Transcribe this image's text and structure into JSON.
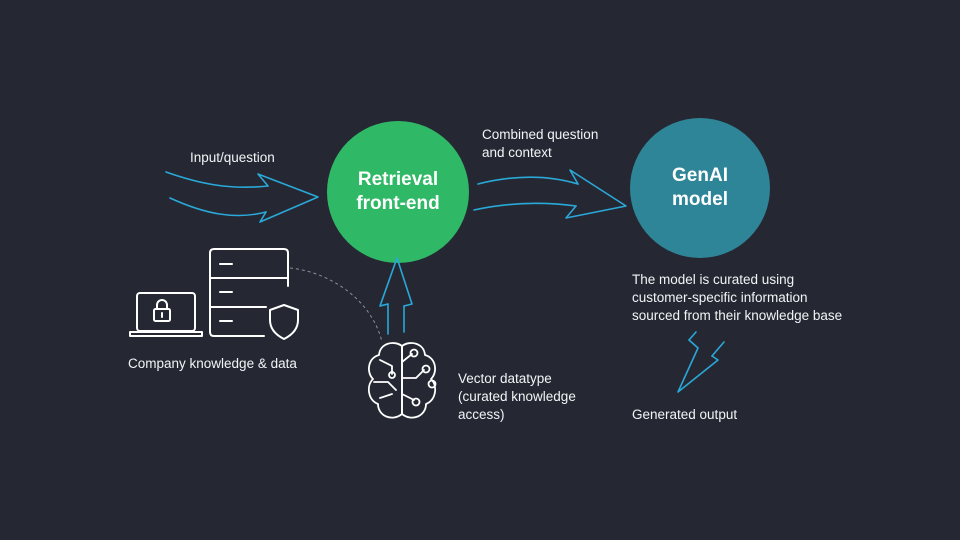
{
  "colors": {
    "background": "#252833",
    "retrieval_circle": "#2fb866",
    "genai_circle": "#2e8597",
    "arrow_stroke": "#2aa8d8",
    "icon_stroke": "#ffffff"
  },
  "nodes": {
    "retrieval": {
      "line1": "Retrieval",
      "line2": "front-end"
    },
    "genai": {
      "line1": "GenAI",
      "line2": "model"
    }
  },
  "labels": {
    "input": "Input/question",
    "combined": {
      "line1": "Combined question",
      "line2": "and context"
    },
    "curated": {
      "line1": "The model is curated using",
      "line2": "customer-specific information",
      "line3": "sourced from their knowledge base"
    },
    "company": "Company knowledge & data",
    "vector": {
      "line1": "Vector datatype",
      "line2": "(curated knowledge",
      "line3": "access)"
    },
    "output": "Generated output"
  },
  "icons": [
    "laptop-lock-icon",
    "server-shield-icon",
    "neural-brain-icon"
  ]
}
